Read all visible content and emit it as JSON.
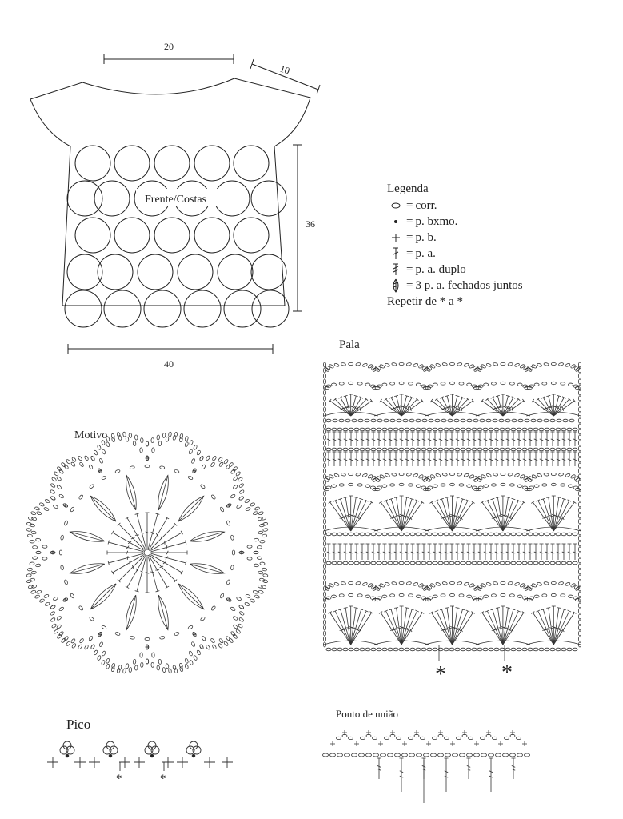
{
  "schematic": {
    "label": "Frente/Costas",
    "dim_top": "20",
    "dim_shoulder": "10",
    "dim_side": "36",
    "dim_bottom": "40"
  },
  "legend": {
    "title": "Legenda",
    "items": [
      {
        "symbol": "chain-icon",
        "text": "corr."
      },
      {
        "symbol": "slip-stitch-icon",
        "text": "p. bxmo."
      },
      {
        "symbol": "single-crochet-icon",
        "text": "p. b."
      },
      {
        "symbol": "double-crochet-icon",
        "text": "p. a."
      },
      {
        "symbol": "treble-crochet-icon",
        "text": "p. a. duplo"
      },
      {
        "symbol": "cluster-icon",
        "text": "3 p. a. fechados juntos"
      }
    ],
    "repeat": "Repetir de * a *"
  },
  "sections": {
    "pala": "Pala",
    "motivo": "Motivo",
    "pico": "Pico",
    "uniao": "Ponto de união"
  },
  "markers": {
    "asterisk": "*"
  },
  "colors": {
    "ink": "#222222",
    "background": "#ffffff"
  }
}
